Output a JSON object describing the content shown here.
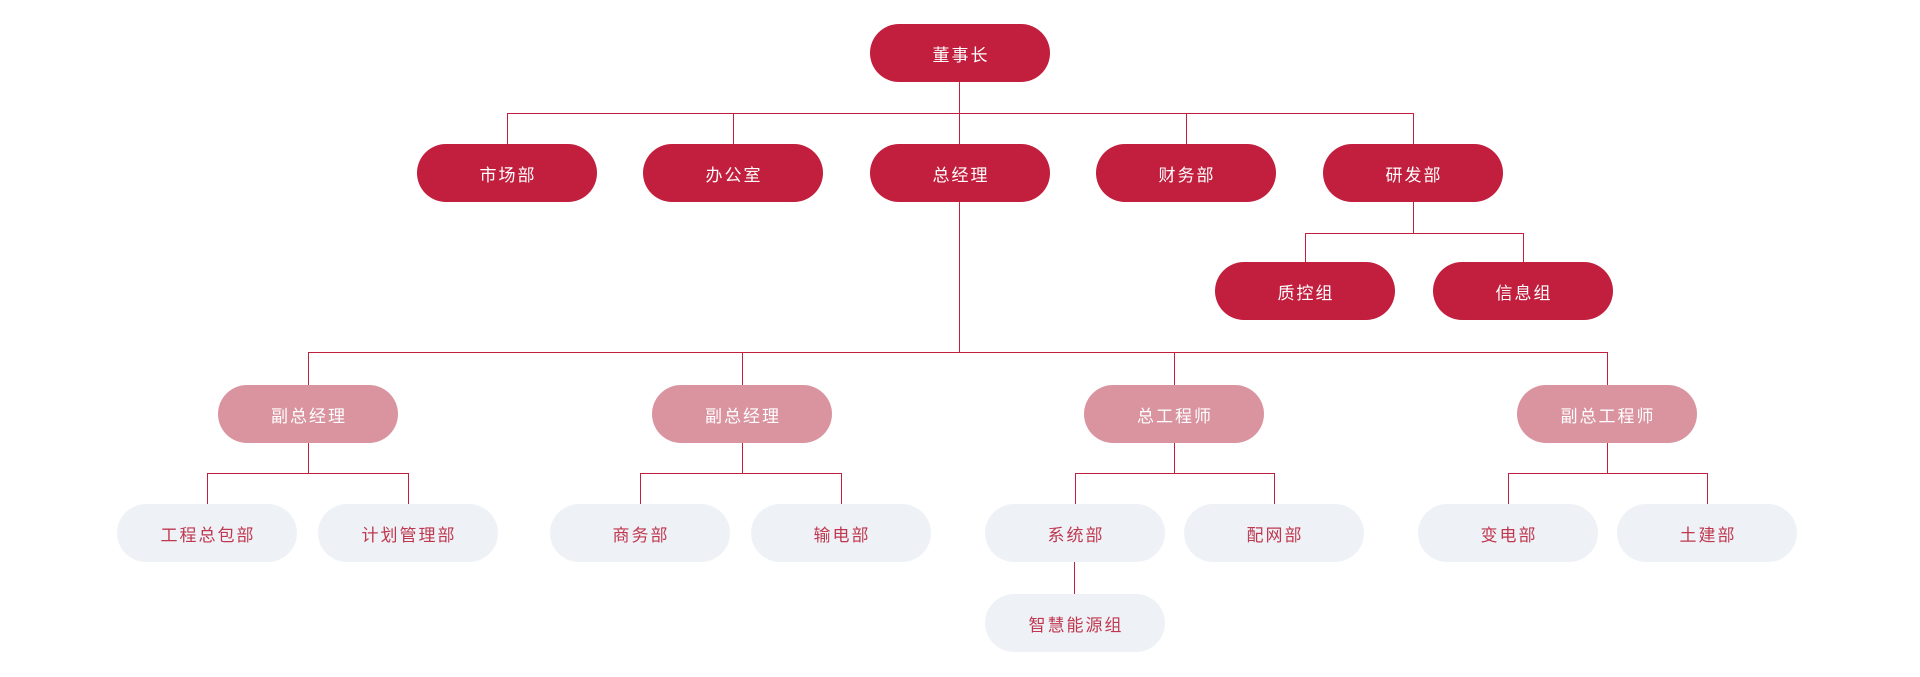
{
  "org_chart": {
    "type": "org-chart",
    "colors": {
      "node_primary": "#c21e3e",
      "node_secondary": "#d994a0",
      "node_tertiary": "#eef2f7",
      "text_on_dark": "#ffffff",
      "text_tertiary": "#c0384f",
      "line": "#c0203e",
      "canvas_bg": "#ffffff"
    },
    "nodes": [
      {
        "id": "chairman",
        "label": "董事长",
        "tier": "dark",
        "parent": null,
        "row": 1
      },
      {
        "id": "marketing-dept",
        "label": "市场部",
        "tier": "dark",
        "parent": "chairman",
        "row": 2
      },
      {
        "id": "office",
        "label": "办公室",
        "tier": "dark",
        "parent": "chairman",
        "row": 2
      },
      {
        "id": "general-manager",
        "label": "总经理",
        "tier": "dark",
        "parent": "chairman",
        "row": 2
      },
      {
        "id": "finance-dept",
        "label": "财务部",
        "tier": "dark",
        "parent": "chairman",
        "row": 2
      },
      {
        "id": "rnd-dept",
        "label": "研发部",
        "tier": "dark",
        "parent": "chairman",
        "row": 2
      },
      {
        "id": "quality-control-group",
        "label": "质控组",
        "tier": "dark",
        "parent": "rnd-dept",
        "row": 3
      },
      {
        "id": "information-group",
        "label": "信息组",
        "tier": "dark",
        "parent": "rnd-dept",
        "row": 3
      },
      {
        "id": "deputy-general-manager-1",
        "label": "副总经理",
        "tier": "medium",
        "parent": "general-manager",
        "row": 4
      },
      {
        "id": "deputy-general-manager-2",
        "label": "副总经理",
        "tier": "medium",
        "parent": "general-manager",
        "row": 4
      },
      {
        "id": "chief-engineer",
        "label": "总工程师",
        "tier": "medium",
        "parent": "general-manager",
        "row": 4
      },
      {
        "id": "deputy-chief-engineer",
        "label": "副总工程师",
        "tier": "medium",
        "parent": "general-manager",
        "row": 4
      },
      {
        "id": "engineering-epc-dept",
        "label": "工程总包部",
        "tier": "light",
        "parent": "deputy-general-manager-1",
        "row": 5
      },
      {
        "id": "planning-management-dept",
        "label": "计划管理部",
        "tier": "light",
        "parent": "deputy-general-manager-1",
        "row": 5
      },
      {
        "id": "commerce-dept",
        "label": "商务部",
        "tier": "light",
        "parent": "deputy-general-manager-2",
        "row": 5
      },
      {
        "id": "power-transmission-dept",
        "label": "输电部",
        "tier": "light",
        "parent": "deputy-general-manager-2",
        "row": 5
      },
      {
        "id": "system-dept",
        "label": "系统部",
        "tier": "light",
        "parent": "chief-engineer",
        "row": 5
      },
      {
        "id": "distribution-network-dept",
        "label": "配网部",
        "tier": "light",
        "parent": "chief-engineer",
        "row": 5
      },
      {
        "id": "substation-dept",
        "label": "变电部",
        "tier": "light",
        "parent": "deputy-chief-engineer",
        "row": 5
      },
      {
        "id": "civil-construction-dept",
        "label": "土建部",
        "tier": "light",
        "parent": "deputy-chief-engineer",
        "row": 5
      },
      {
        "id": "smart-energy-group",
        "label": "智慧能源组",
        "tier": "light",
        "parent": "system-dept",
        "row": 6
      }
    ]
  }
}
